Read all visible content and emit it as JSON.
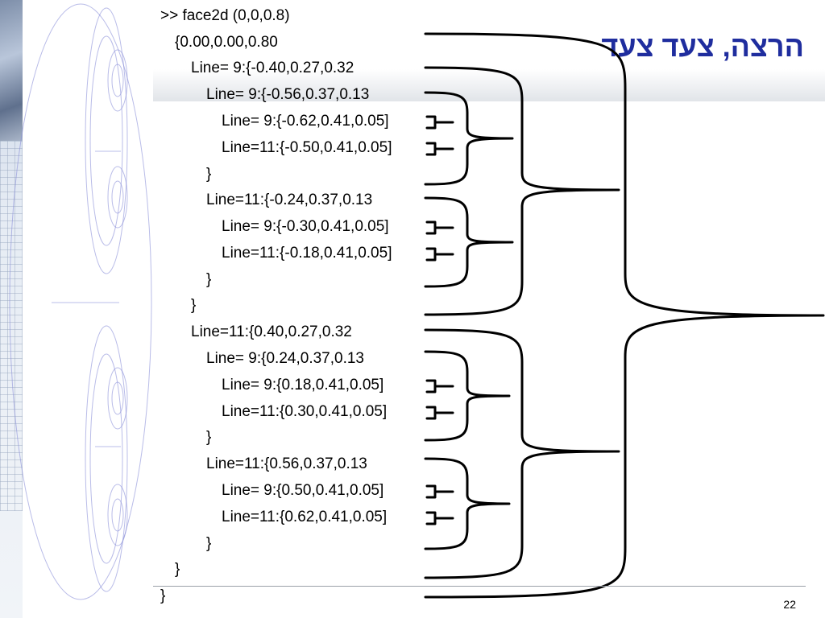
{
  "slide": {
    "title": "הרצה, צעד צעד",
    "page_number": "22"
  },
  "code_lines": [
    ">> face2d (0,0,0.8)",
    "{0.00,0.00,0.80",
    "Line= 9:{-0.40,0.27,0.32",
    "Line= 9:{-0.56,0.37,0.13",
    "Line= 9:{-0.62,0.41,0.05]",
    "Line=11:{-0.50,0.41,0.05]",
    "}",
    "Line=11:{-0.24,0.37,0.13",
    "Line= 9:{-0.30,0.41,0.05]",
    "Line=11:{-0.18,0.41,0.05]",
    "}",
    "}",
    "Line=11:{0.40,0.27,0.32",
    "Line= 9:{0.24,0.37,0.13",
    "Line= 9:{0.18,0.41,0.05]",
    "Line=11:{0.30,0.41,0.05]",
    "}",
    "Line=11:{0.56,0.37,0.13",
    "Line= 9:{0.50,0.41,0.05]",
    "Line=11:{0.62,0.41,0.05]",
    "}",
    "}",
    "}"
  ],
  "colors": {
    "title": "#1f2d9e",
    "text": "#000000",
    "decoration": "#8a8fd8"
  }
}
